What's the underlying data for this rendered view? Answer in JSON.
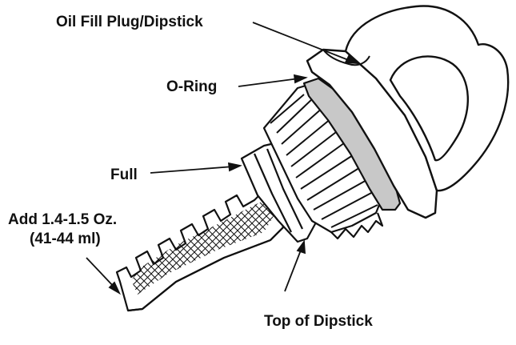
{
  "labels": {
    "oil_fill_plug": "Oil Fill Plug/Dipstick",
    "o_ring": "O-Ring",
    "full": "Full",
    "add_line1": "Add 1.4-1.5 Oz.",
    "add_line2": "(41-44 ml)",
    "top_of_dipstick": "Top of Dipstick"
  },
  "colors": {
    "ink": "#111111",
    "o_ring_fill": "#c8c8c8",
    "background": "#ffffff"
  }
}
